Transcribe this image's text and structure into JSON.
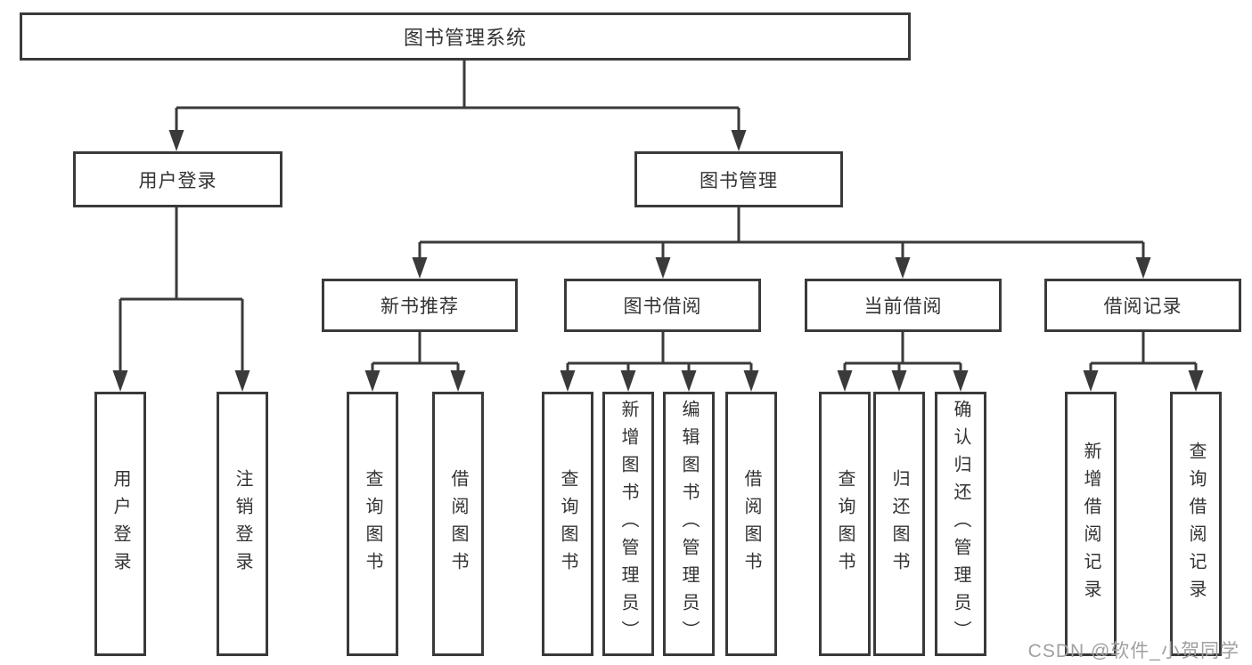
{
  "diagram": {
    "root": {
      "label": "图书管理系统"
    },
    "branches": [
      {
        "label": "用户登录",
        "children": [
          {
            "label": "用户登录"
          },
          {
            "label": "注销登录"
          }
        ]
      },
      {
        "label": "图书管理",
        "groups": [
          {
            "label": "新书推荐",
            "children": [
              {
                "label": "查询图书"
              },
              {
                "label": "借阅图书"
              }
            ]
          },
          {
            "label": "图书借阅",
            "children": [
              {
                "label": "查询图书"
              },
              {
                "label": "新增图书（管理员）"
              },
              {
                "label": "编辑图书（管理员）"
              },
              {
                "label": "借阅图书"
              }
            ]
          },
          {
            "label": "当前借阅",
            "children": [
              {
                "label": "查询图书"
              },
              {
                "label": "归还图书"
              },
              {
                "label": "确认归还（管理员）"
              }
            ]
          },
          {
            "label": "借阅记录",
            "children": [
              {
                "label": "新增借阅记录"
              },
              {
                "label": "查询借阅记录"
              }
            ]
          }
        ]
      }
    ]
  },
  "watermark": {
    "text": "CSDN @软件_小贺同学"
  },
  "colors": {
    "line": "#3a3a3a",
    "text": "#333333",
    "watermark": "#a0a0a0",
    "background": "#ffffff"
  }
}
